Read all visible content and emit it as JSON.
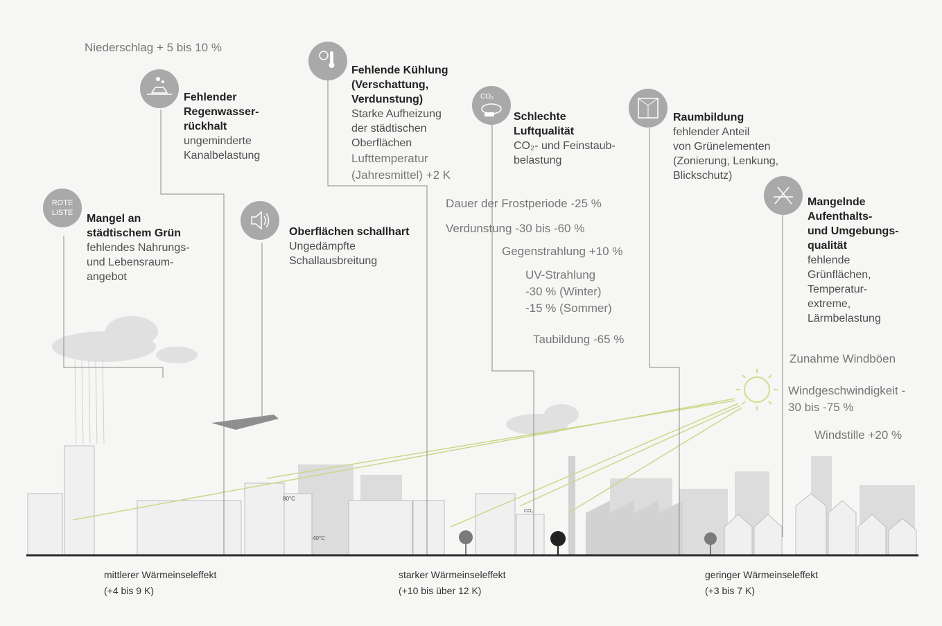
{
  "precip": "Niederschlag + 5 bis 10 %",
  "rainwater": {
    "title": [
      "Fehlender",
      "Regenwasser-",
      "rückhalt"
    ],
    "desc": [
      "ungeminderte",
      "Kanalbelastung"
    ],
    "icon": "rain-car-icon"
  },
  "cooling": {
    "title": [
      "Fehlende Kühlung",
      "(Verschattung,",
      "Verdunstung)"
    ],
    "desc": [
      "Starke Aufheizung",
      "der städtischen",
      "Oberflächen"
    ],
    "temp": [
      "Lufttemperatur",
      "(Jahresmittel) +2 K"
    ],
    "icon": "thermometer-sun-icon"
  },
  "air": {
    "title": [
      "Schlechte",
      "Luftqualität"
    ],
    "desc": [
      "CO₂- und Feinstaub-",
      "belastung"
    ],
    "icon": "co2-cloud-icon"
  },
  "space": {
    "title": "Raumbildung",
    "desc": [
      "fehlender Anteil",
      "von Grünelementen",
      "(Zonierung, Lenkung,",
      "Blickschutz)"
    ],
    "icon": "space-icon"
  },
  "green": {
    "badge": [
      "ROTE",
      "LISTE"
    ],
    "title": [
      "Mangel an",
      "städtischem Grün"
    ],
    "desc": [
      "fehlendes Nahrungs-",
      "und Lebensraum-",
      "angebot"
    ]
  },
  "noise": {
    "title": "Oberflächen schallhart",
    "desc": [
      "Ungedämpfte",
      "Schallausbreitung"
    ],
    "icon": "speaker-icon"
  },
  "stay": {
    "title": [
      "Mangelnde",
      "Aufenthalts-",
      "und Umgebungs-",
      "qualität"
    ],
    "desc": [
      "fehlende",
      "Grünflächen,",
      "Temperatur-",
      "extreme,",
      "Lärmbelastung"
    ],
    "icon": "deck-chair-icon"
  },
  "climate": {
    "frost": "Dauer der Frostperiode -25 %",
    "evap": "Verdunstung -30 bis -60 %",
    "counter": "Gegenstrahlung +10 %",
    "uv": [
      "UV-Strahlung",
      "-30 % (Winter)",
      "-15 % (Sommer)"
    ],
    "dew": "Taubildung -65 %"
  },
  "wind": {
    "gusts": "Zunahme Windböen",
    "speed": [
      "Windgeschwindigkeit -",
      "30 bis -75 %"
    ],
    "calm": "Windstille +20 %"
  },
  "city_labels": {
    "t80": "80°C",
    "t40": "40°C",
    "co2": "CO₂"
  },
  "zones": [
    {
      "name": "mittlerer Wärmeinseleffekt",
      "range": "(+4 bis 9 K)"
    },
    {
      "name": "starker Wärmeinseleffekt",
      "range": "(+10 bis über 12 K)"
    },
    {
      "name": "geringer  Wärmeinseleffekt",
      "range": "(+3 bis 7 K)"
    }
  ],
  "colors": {
    "background": "#f6f6f4",
    "icon": "#a9a9a9",
    "building": "#cfcfcf",
    "sunray": "#c9d98a",
    "ground": "#2b2b2b"
  }
}
